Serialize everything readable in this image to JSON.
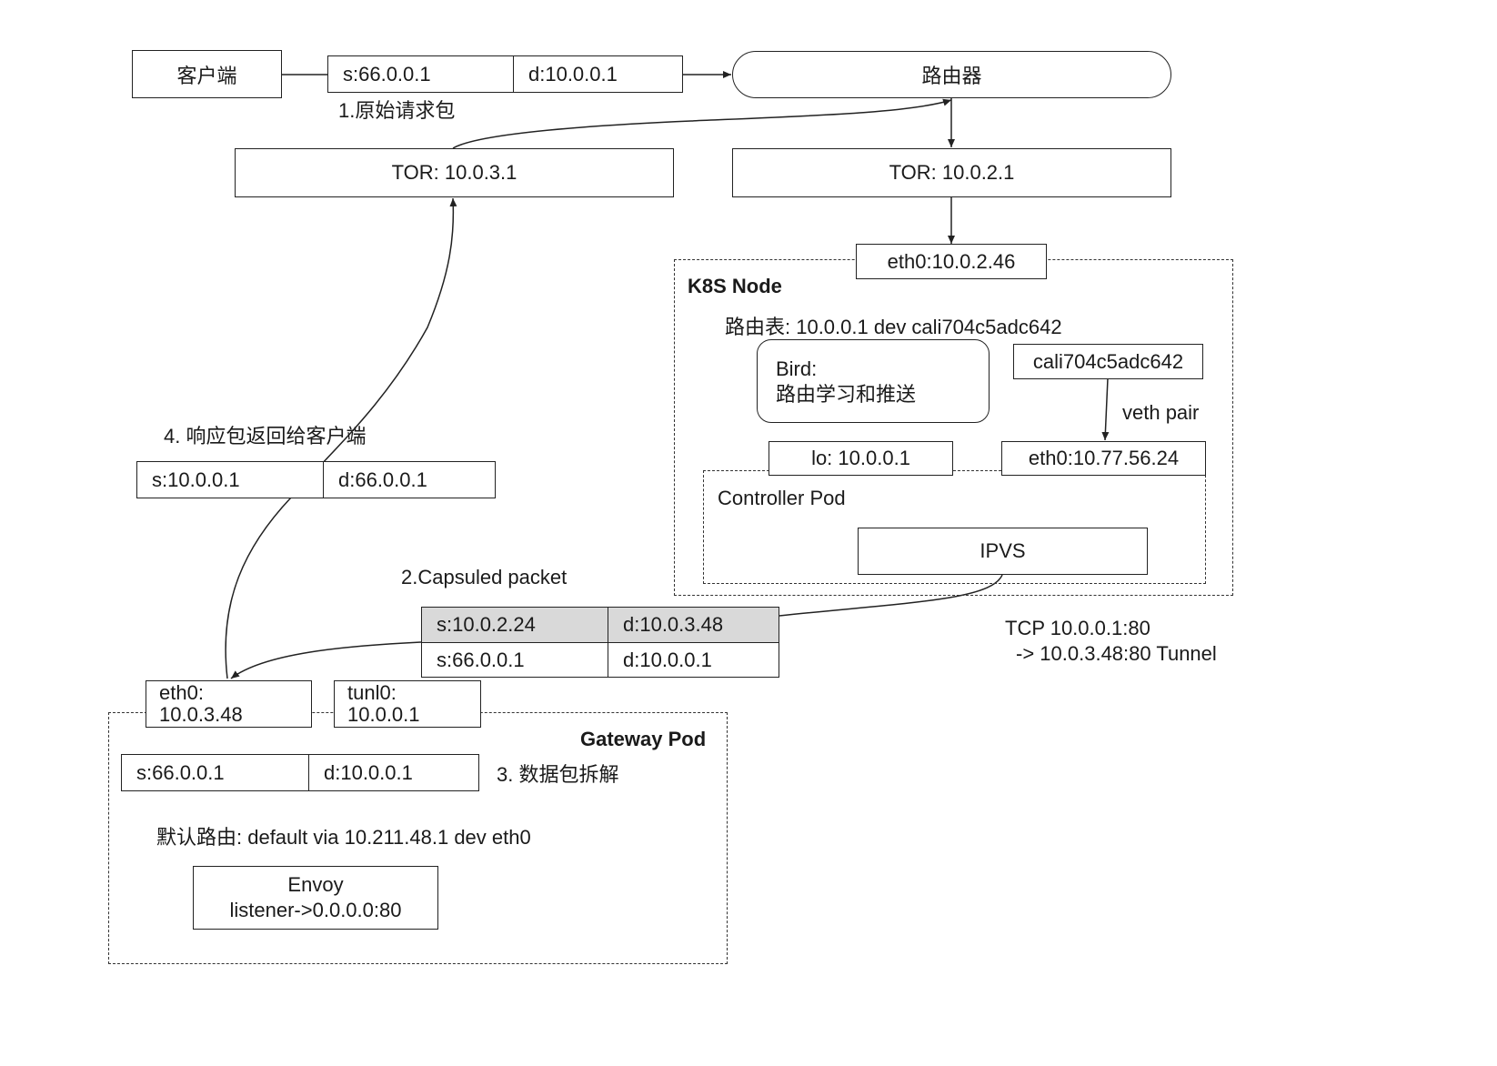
{
  "client": {
    "label": "客户端"
  },
  "router": {
    "label": "路由器"
  },
  "request_packet": {
    "src": "s:66.0.0.1",
    "dst": "d:10.0.0.1",
    "caption": "1.原始请求包"
  },
  "tor_left": {
    "label": "TOR: 10.0.3.1"
  },
  "tor_right": {
    "label": "TOR: 10.0.2.1"
  },
  "k8s_node": {
    "title": "K8S Node",
    "eth0": "eth0:10.0.2.46",
    "route_table": "路由表: 10.0.0.1 dev cali704c5adc642",
    "bird_line1": "Bird:",
    "bird_line2": "路由学习和推送",
    "cali_iface": "cali704c5adc642",
    "veth_label": "veth pair",
    "lo_iface": "lo: 10.0.0.1",
    "pod_eth0": "eth0:10.77.56.24",
    "controller_pod": "Controller Pod",
    "ipvs": "IPVS",
    "ipvs_rule_line1": "TCP  10.0.0.1:80",
    "ipvs_rule_line2": "-> 10.0.3.48:80 Tunnel"
  },
  "response": {
    "caption": "4. 响应包返回给客户端",
    "src": "s:10.0.0.1",
    "dst": "d:66.0.0.1"
  },
  "capsuled": {
    "caption": "2.Capsuled packet",
    "outer_src": "s:10.0.2.24",
    "outer_dst": "d:10.0.3.48",
    "inner_src": "s:66.0.0.1",
    "inner_dst": "d:10.0.0.1"
  },
  "gateway_pod": {
    "title": "Gateway Pod",
    "eth0_line1": "eth0:",
    "eth0_line2": "10.0.3.48",
    "tunl0_line1": "tunl0:",
    "tunl0_line2": "10.0.0.1",
    "packet_src": "s:66.0.0.1",
    "packet_dst": "d:10.0.0.1",
    "decap_caption": "3. 数据包拆解",
    "default_route": "默认路由: default via 10.211.48.1 dev eth0",
    "envoy_line1": "Envoy",
    "envoy_line2": "listener->0.0.0.0:80"
  },
  "colors": {
    "outer_header_fill": "#d9d9d9",
    "line": "#222222"
  }
}
